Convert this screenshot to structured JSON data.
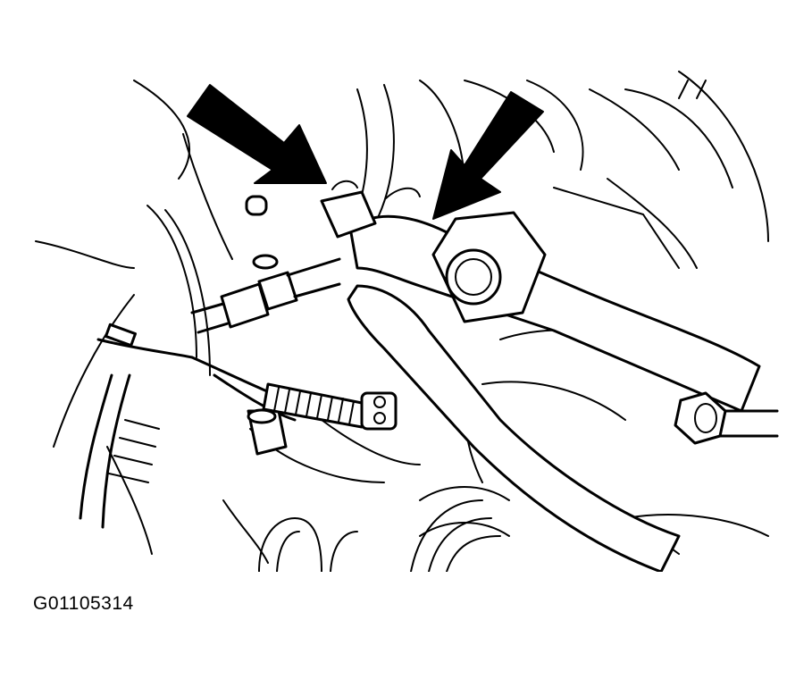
{
  "figure": {
    "id_label": "G01105314",
    "icons": [
      "pointer-arrow",
      "pointer-arrow",
      "hex-nut",
      "bolt",
      "hose",
      "spring-clamp"
    ]
  }
}
